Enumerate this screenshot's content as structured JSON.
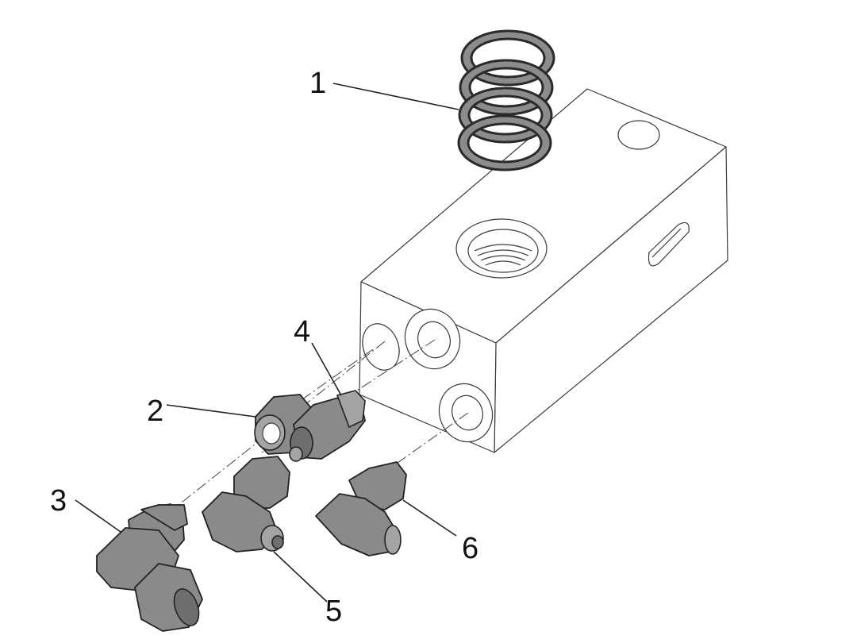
{
  "figure": {
    "callouts": [
      {
        "id": "1",
        "label": "1"
      },
      {
        "id": "2",
        "label": "2"
      },
      {
        "id": "3",
        "label": "3"
      },
      {
        "id": "4",
        "label": "4"
      },
      {
        "id": "5",
        "label": "5"
      },
      {
        "id": "6",
        "label": "6"
      }
    ]
  }
}
